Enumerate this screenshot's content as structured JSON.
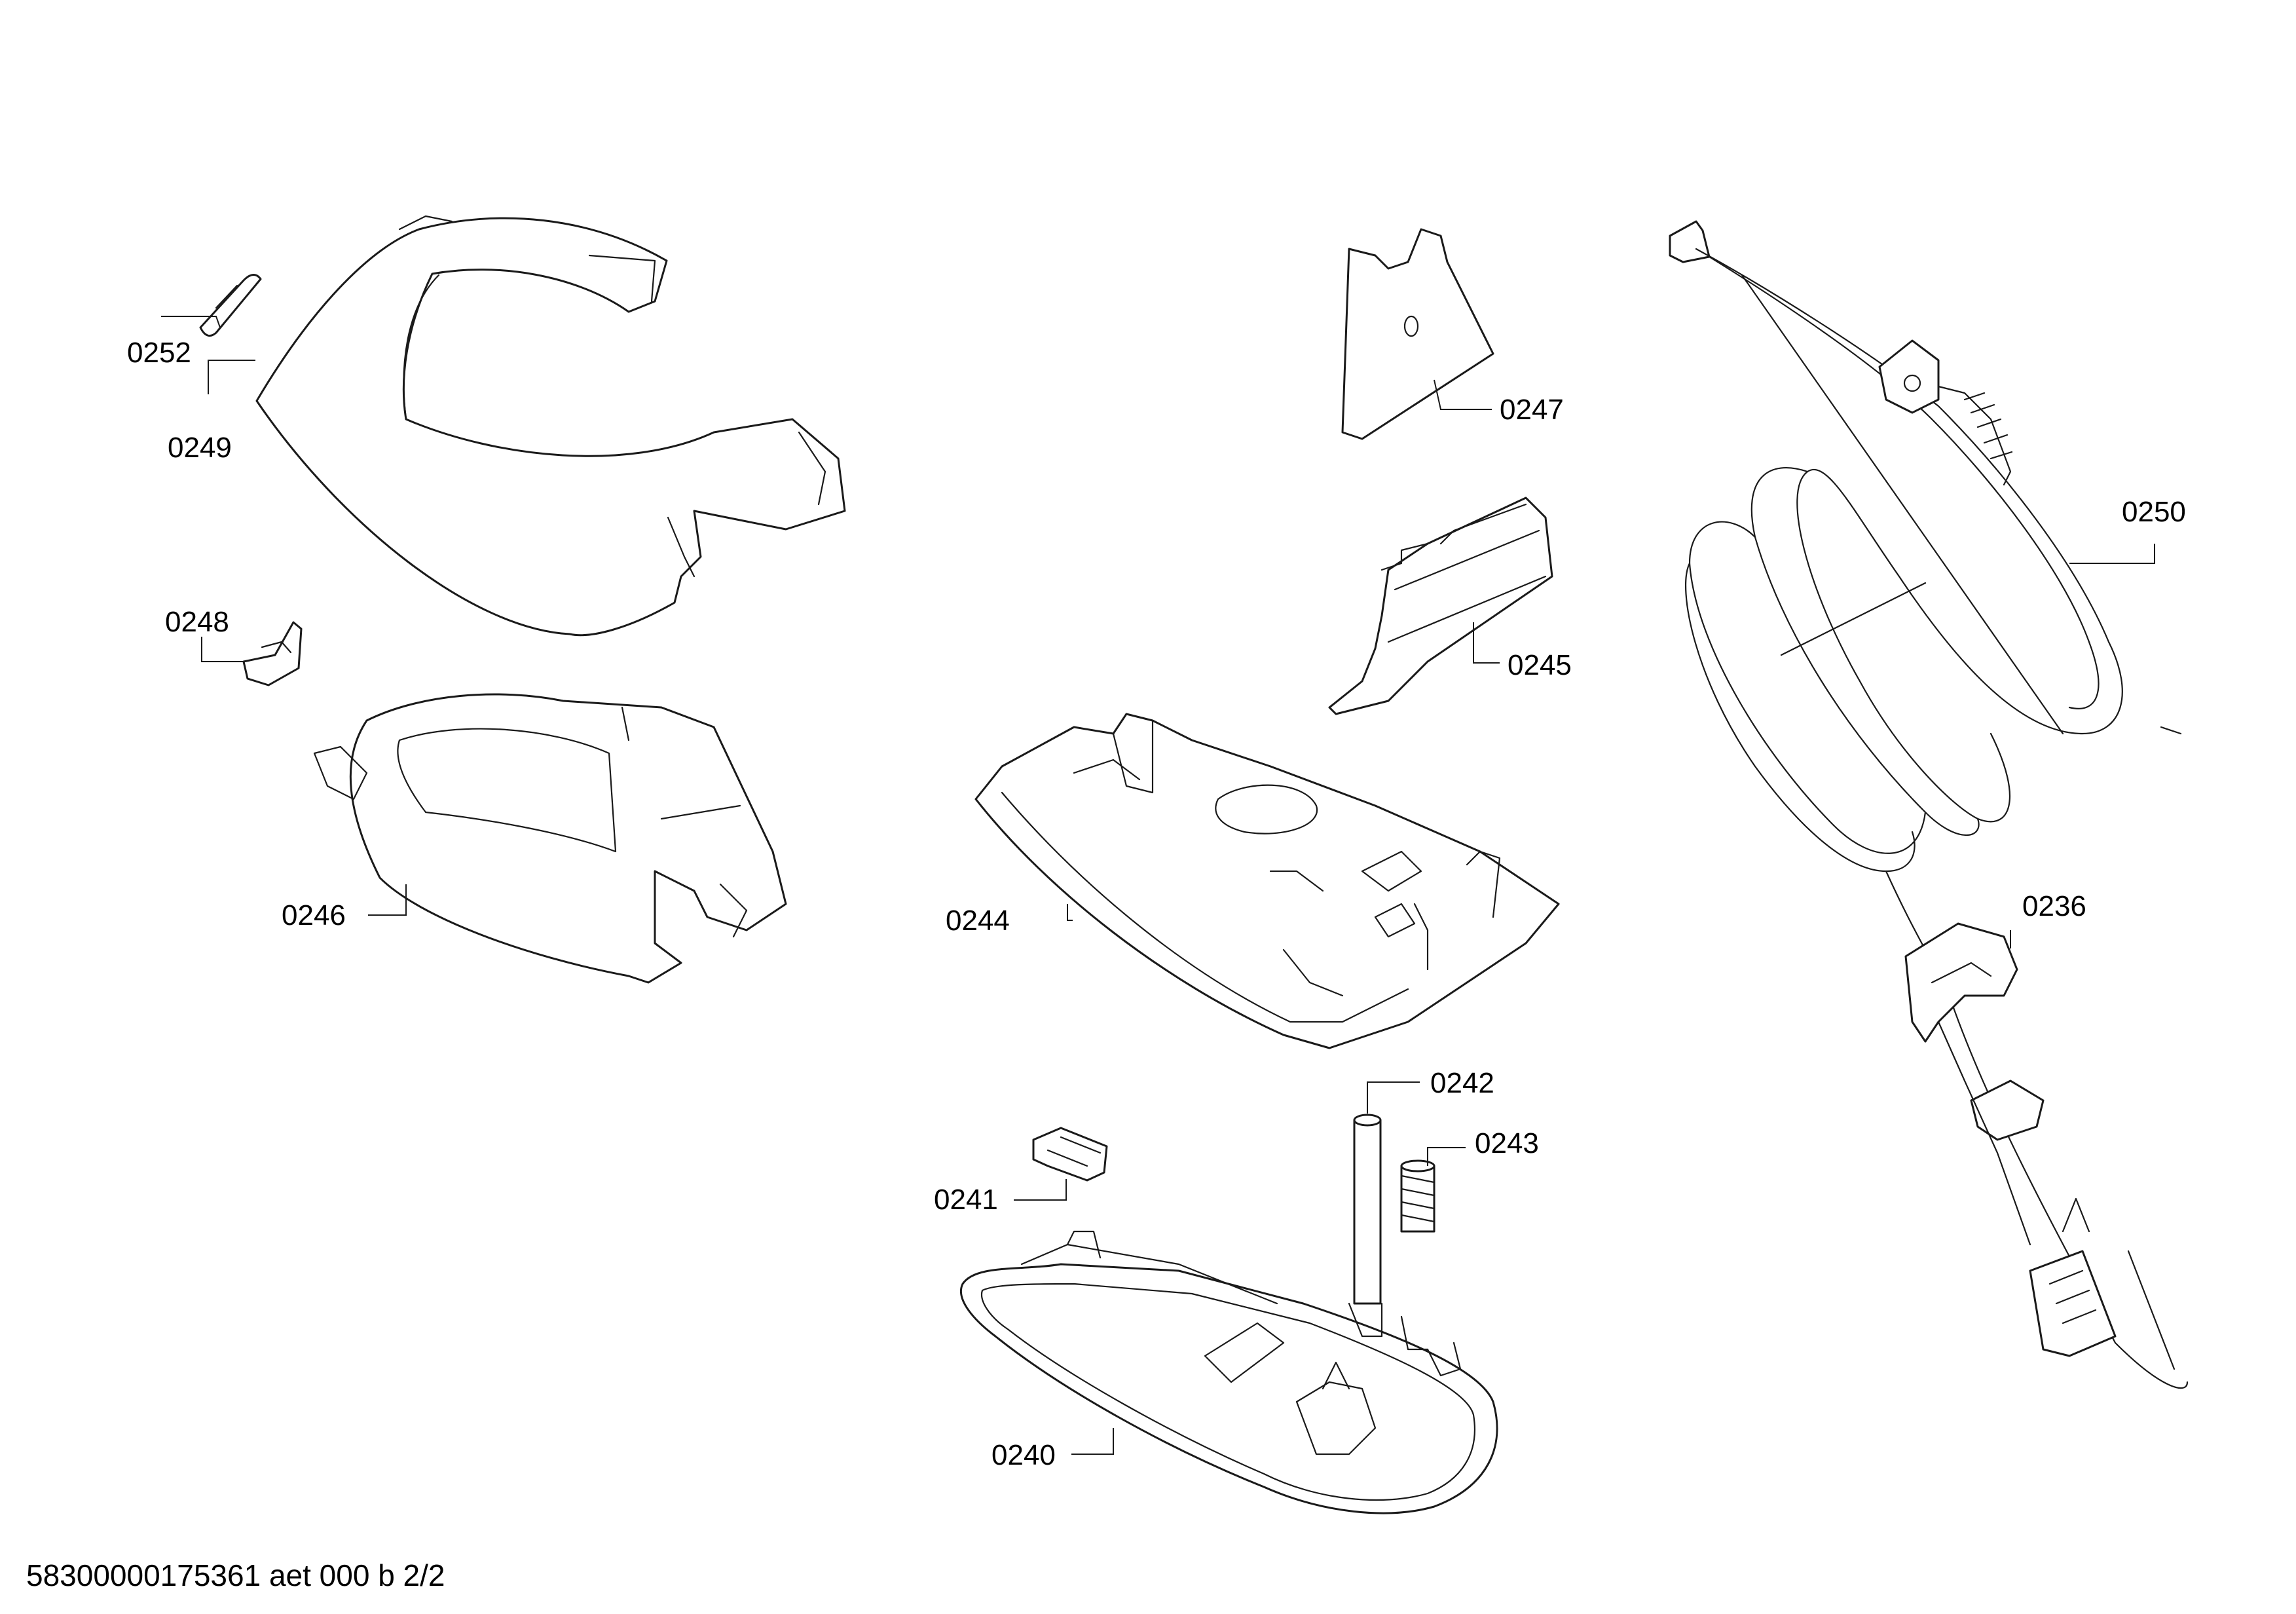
{
  "callouts": {
    "p0252": "0252",
    "p0249": "0249",
    "p0248": "0248",
    "p0246": "0246",
    "p0247": "0247",
    "p0245": "0245",
    "p0244": "0244",
    "p0250": "0250",
    "p0236": "0236",
    "p0242": "0242",
    "p0243": "0243",
    "p0241": "0241",
    "p0240": "0240"
  },
  "footer": "58300000175361 aet 000 b 2/2"
}
